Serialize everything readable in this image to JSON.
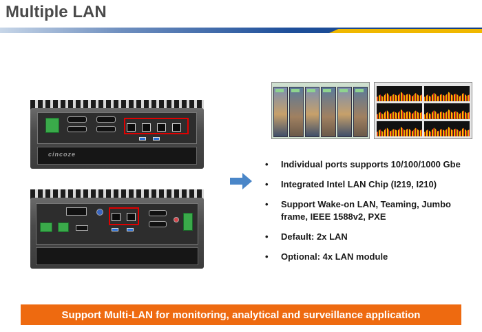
{
  "header": {
    "title": "Multiple LAN",
    "colors": {
      "title": "#4a4a4a",
      "bar_blue": "#1e4f9a",
      "bar_accent": "#f0b800"
    }
  },
  "devices": {
    "front_brand": "cincoze",
    "highlight_color": "#e00000"
  },
  "images": {
    "video_monitoring": "camera-surveillance-grid",
    "traffic_analysis": "network-traffic-graphs"
  },
  "bullets": [
    {
      "marker": "•",
      "text": "Individual ports supports 10/100/1000 Gbe"
    },
    {
      "marker": "•",
      "text": "Integrated Intel LAN Chip (I219, I210)"
    },
    {
      "marker": "•",
      "text": "Support Wake-on LAN, Teaming, Jumbo frame, IEEE 1588v2, PXE"
    },
    {
      "marker": "•",
      "text": "Default: 2x LAN"
    },
    {
      "marker": "•",
      "text": "Optional: 4x LAN module"
    }
  ],
  "banner": {
    "text": "Support Multi-LAN for monitoring, analytical and surveillance application",
    "color": "#ee6a10"
  },
  "arrow": {
    "icon": "right-arrow-icon",
    "color": "#4a86c8"
  }
}
